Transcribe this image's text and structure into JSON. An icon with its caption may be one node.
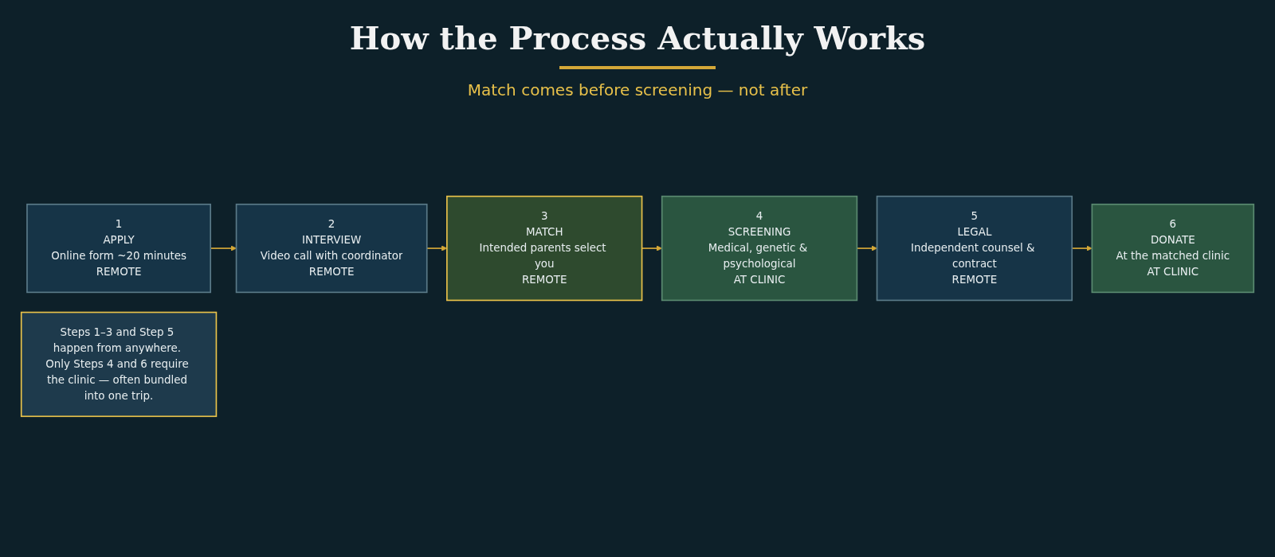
{
  "diagram": {
    "title": "How the Process Actually Works",
    "nodes": [
      {
        "text": [
          "1",
          "APPLY",
          "Online form ~20 minutes",
          "REMOTE"
        ]
      },
      {
        "text": [
          "2",
          "INTERVIEW",
          "Video call with coordinator",
          "REMOTE"
        ]
      },
      {
        "text": [
          "3",
          "MATCH",
          "Intended parents select you",
          "REMOTE"
        ]
      },
      {
        "text": [
          "4",
          "SCREENING",
          "Medical, genetic & psychological",
          "AT CLINIC"
        ]
      },
      {
        "text": [
          "5",
          "LEGAL",
          "Independent counsel & contract",
          "REMOTE"
        ]
      },
      {
        "text": [
          "6",
          "DONATE",
          "At the matched clinic",
          "AT CLINIC"
        ]
      },
      {
        "text": [
          "Steps 1–3 and Step 5 happen from anywhere. Only Steps 4 and 6 require the clinic — often bundled into one trip."
        ]
      }
    ],
    "edges": [
      {
        "from": 0,
        "to": 1,
        "arrow": "to"
      },
      {
        "from": 1,
        "to": 2,
        "arrow": "to"
      },
      {
        "from": 2,
        "to": 3,
        "arrow": "to"
      },
      {
        "from": 3,
        "to": 4,
        "arrow": "to"
      },
      {
        "from": 4,
        "to": 5,
        "arrow": "to"
      }
    ],
    "labels": [
      "Match comes before screening — not after"
    ]
  }
}
